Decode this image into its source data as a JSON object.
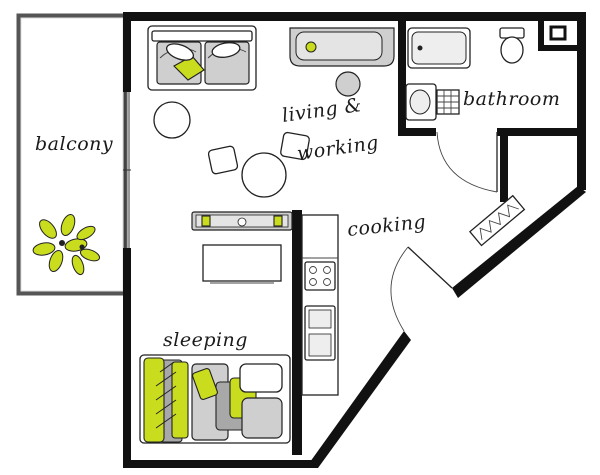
{
  "rooms": {
    "balcony": "balcony",
    "living_line1": "living &",
    "living_line2": "working",
    "bathroom": "bathroom",
    "cooking": "cooking",
    "sleeping": "sleeping"
  },
  "colors": {
    "wall": "#111111",
    "accent": "#c9dc1e",
    "fixture_grey": "#cfcfcf",
    "dark_grey": "#a8a8a8",
    "floor": "#ffffff"
  },
  "icons": [
    "plant-icon",
    "sofa-icon",
    "bed-icon",
    "sink-icon",
    "stove-icon",
    "bathtub-icon",
    "toilet-icon",
    "washbasin-icon",
    "table-icon",
    "chair-icon",
    "door-icon",
    "radiator-icon"
  ]
}
